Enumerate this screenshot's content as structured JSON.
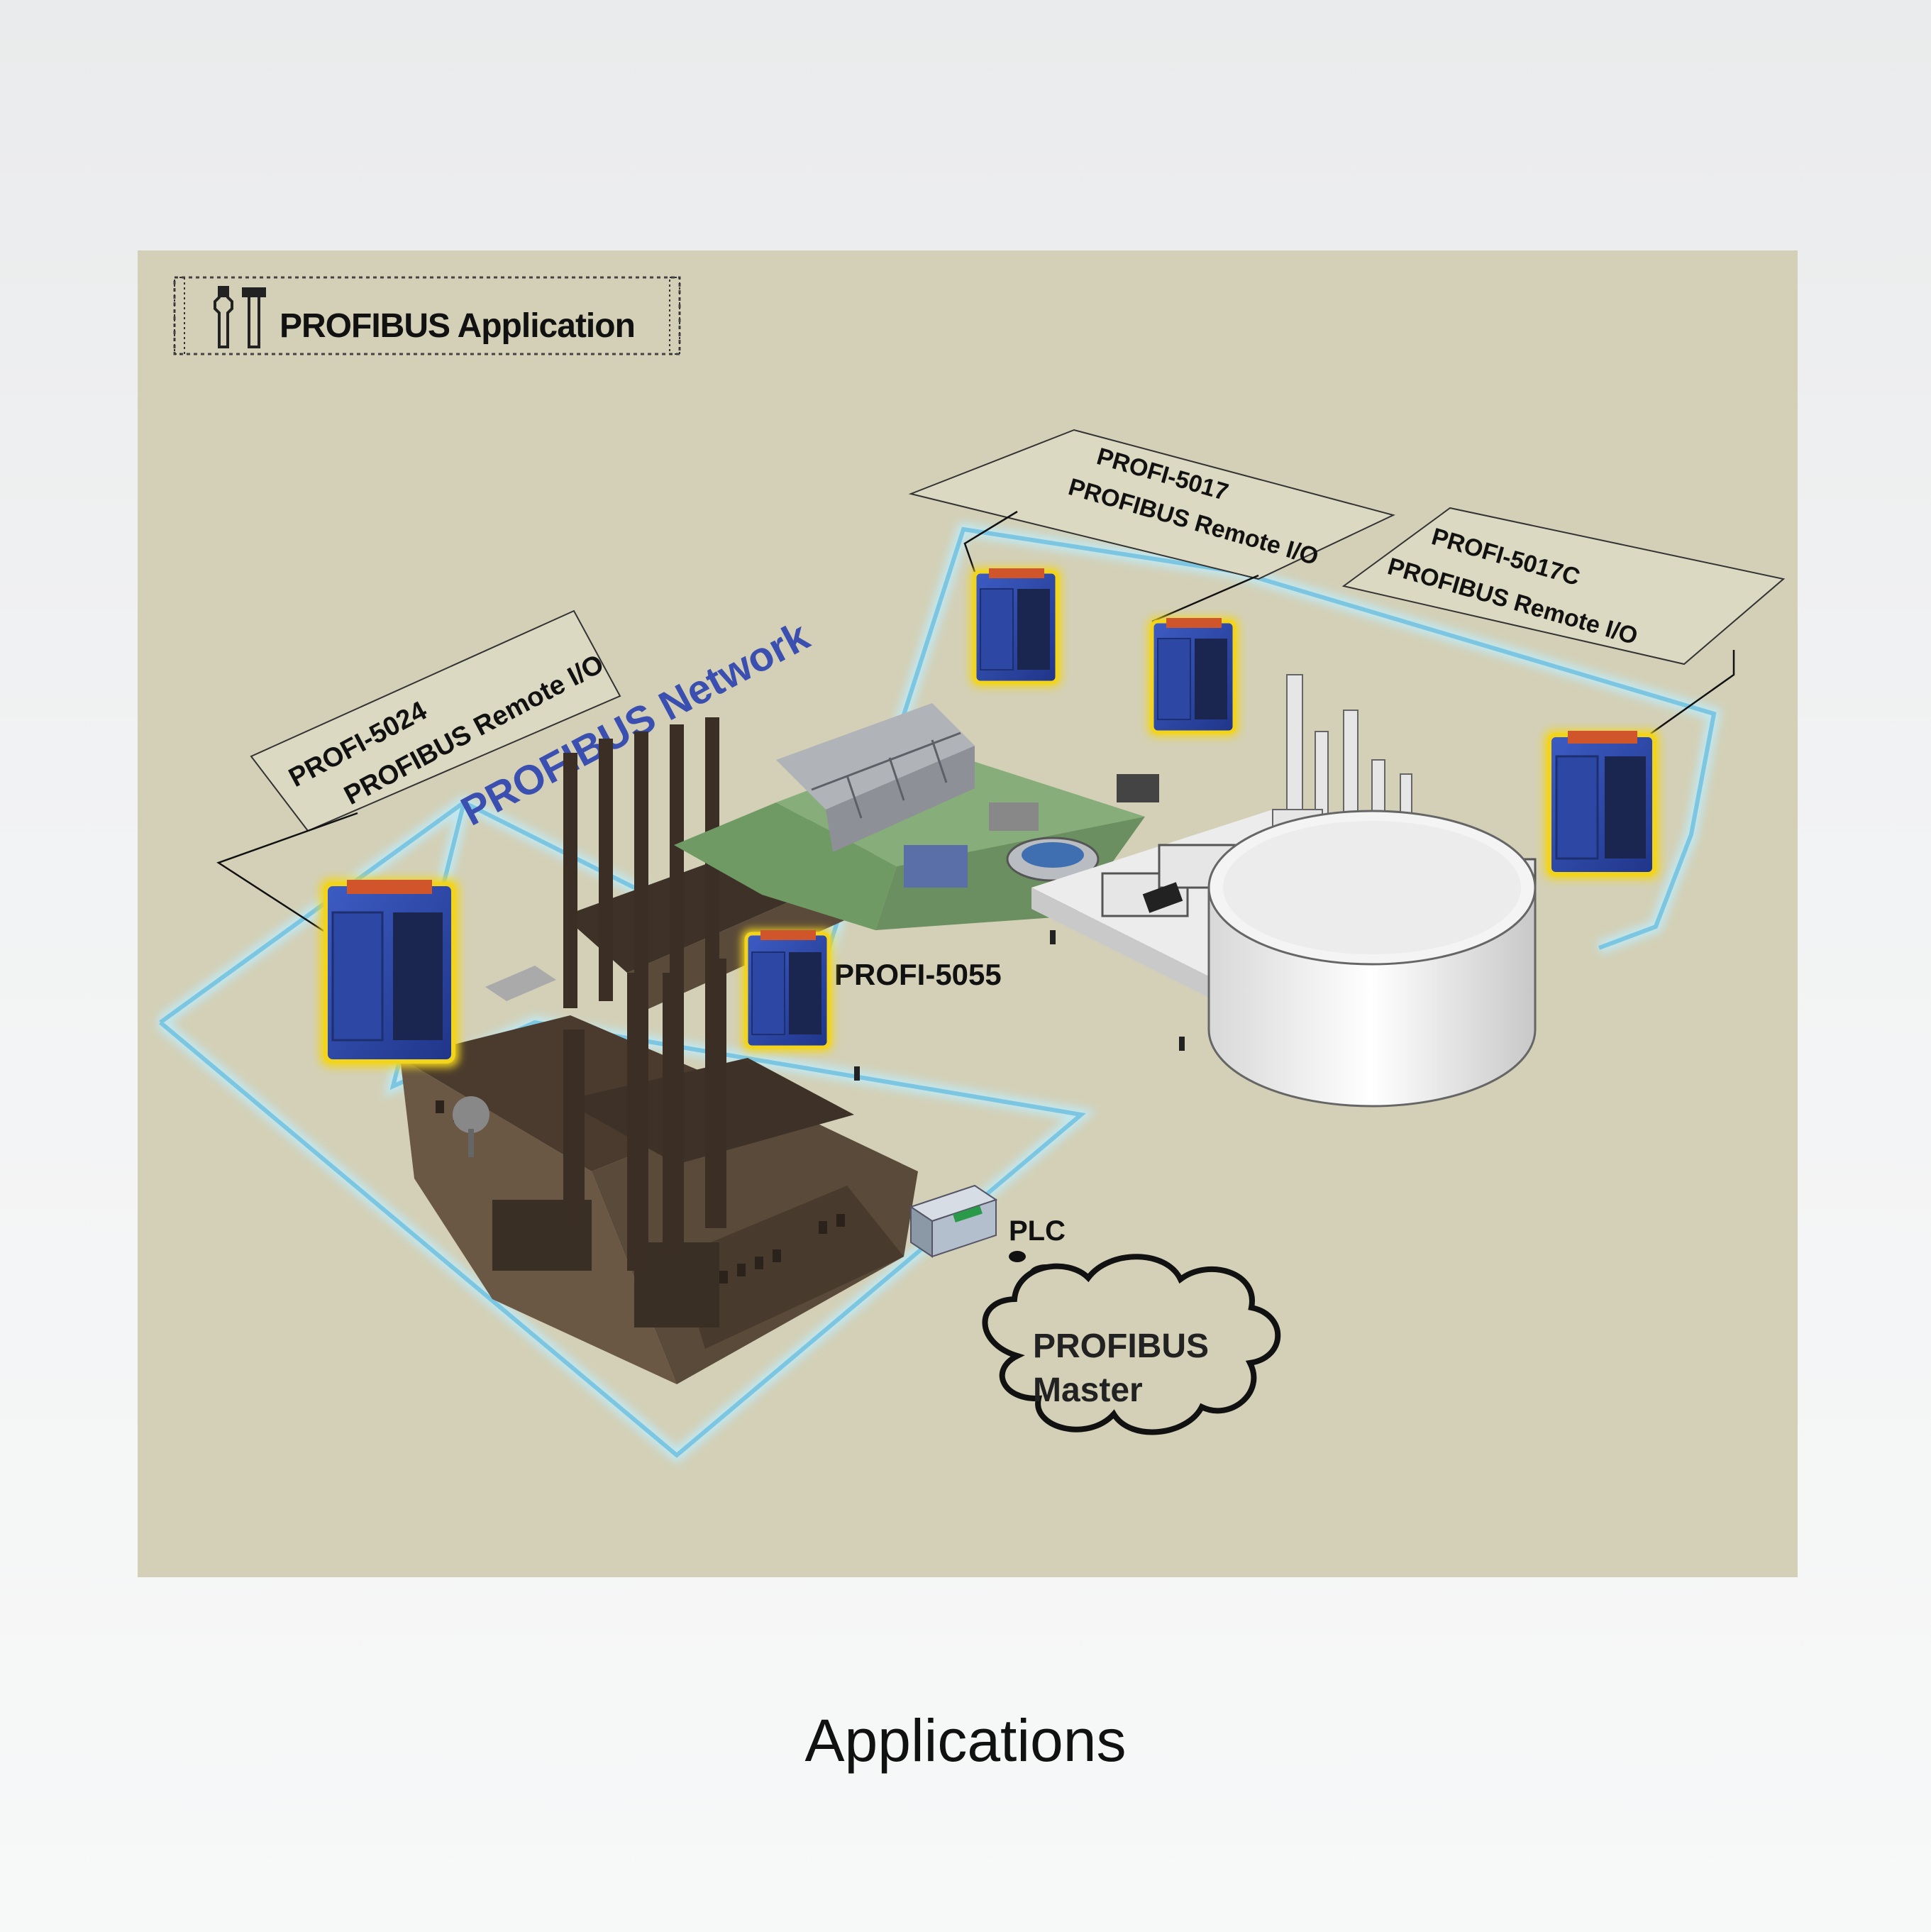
{
  "header": {
    "title": "PROFIBUS Application",
    "icon": "tools-icon"
  },
  "network": {
    "label": "PROFIBUS Network",
    "line_color": "#9cd8ec",
    "label_color": "#3b4fb0"
  },
  "modules": {
    "profi_5024": {
      "model": "PROFI-5024",
      "desc": "PROFIBUS Remote I/O"
    },
    "profi_5017": {
      "model": "PROFI-5017",
      "desc": "PROFIBUS Remote I/O"
    },
    "profi_5017c": {
      "model": "PROFI-5017C",
      "desc": "PROFIBUS Remote I/O"
    },
    "profi_5055": {
      "model": "PROFI-5055"
    }
  },
  "plc": {
    "label": "PLC"
  },
  "master": {
    "line1": "PROFIBUS",
    "line2": "Master"
  },
  "caption": "Applications",
  "colors": {
    "panel": "#d3d0b7",
    "module_blue": "#2f4aa8",
    "module_glow": "#f2d41c",
    "building": "#5a4a3a"
  }
}
